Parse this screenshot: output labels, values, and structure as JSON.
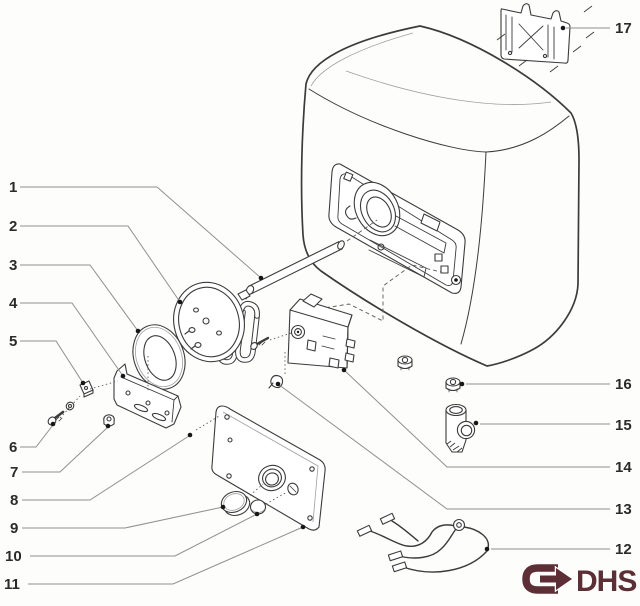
{
  "callouts": {
    "left": [
      {
        "num": "1"
      },
      {
        "num": "2"
      },
      {
        "num": "3"
      },
      {
        "num": "4"
      },
      {
        "num": "5"
      },
      {
        "num": "6"
      },
      {
        "num": "7"
      },
      {
        "num": "8"
      },
      {
        "num": "9"
      },
      {
        "num": "10"
      },
      {
        "num": "11"
      }
    ],
    "right": [
      {
        "num": "17"
      },
      {
        "num": "16"
      },
      {
        "num": "15"
      },
      {
        "num": "14"
      },
      {
        "num": "13"
      },
      {
        "num": "12"
      }
    ]
  },
  "brand": {
    "text": "DHS",
    "color": "#5c2e35"
  },
  "colors": {
    "background": "#fdfdfc",
    "drawing_line": "#3b3b3b",
    "leader_line": "#8f8f8f",
    "label_text": "#2b2b2b"
  }
}
